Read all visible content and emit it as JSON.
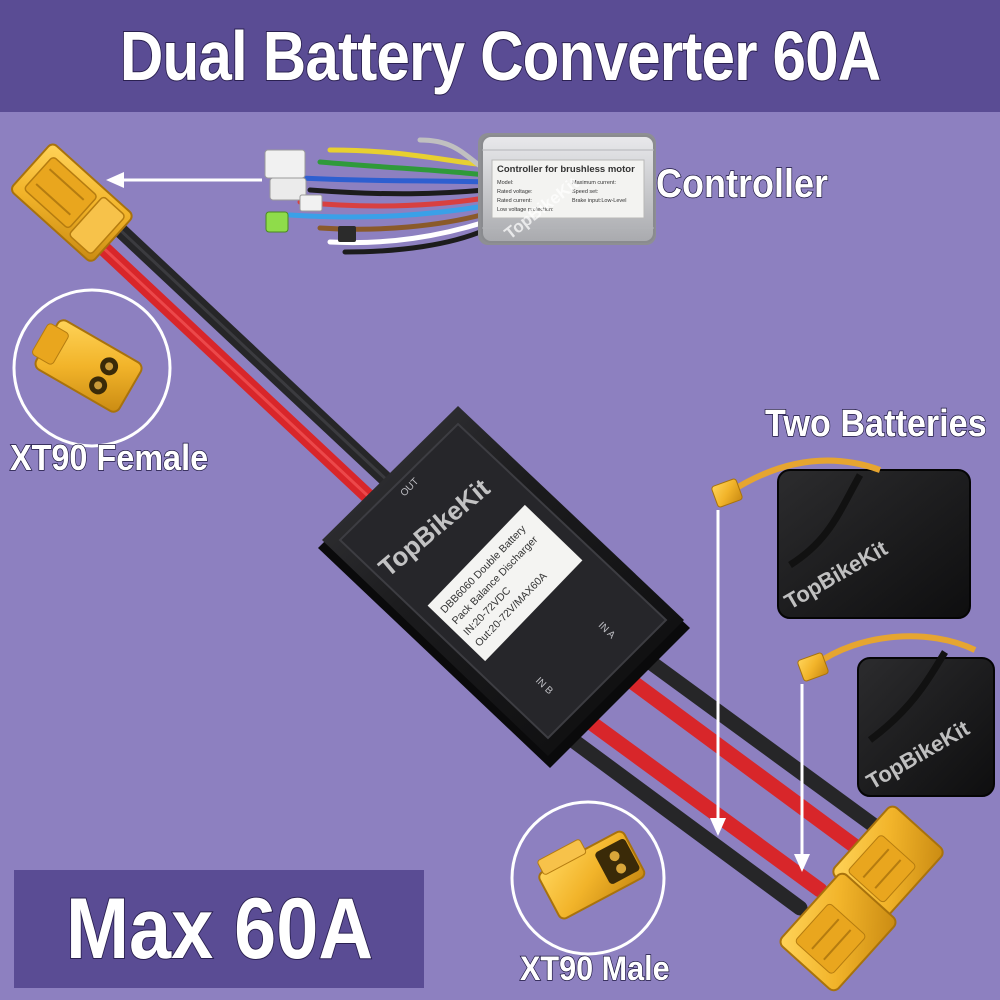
{
  "header": {
    "title": "Dual Battery Converter 60A"
  },
  "badge": {
    "max_label": "Max 60A"
  },
  "labels": {
    "controller": "Controller",
    "two_batteries": "Two Batteries",
    "xt90_female": "XT90 Female",
    "xt90_male": "XT90 Male"
  },
  "controller_unit": {
    "header": "Controller for brushless motor",
    "spec_rows": [
      "Model:",
      "Rated voltage:",
      "Rated current:",
      "Low voltage protection:",
      "Maximum current:",
      "Speed set:",
      "Brake input:Low-Level"
    ]
  },
  "converter_box": {
    "port_out": "OUT",
    "port_in_a": "IN A",
    "port_in_b": "IN B",
    "sticker_lines": [
      "DBB6060 Double Battery",
      "Pack Balance Discharger",
      "IN:20-72VDC",
      "Out:20-72V/MAX60A"
    ]
  },
  "watermark": {
    "brand": "TopBikeKit"
  },
  "colors": {
    "background": "#8d80c0",
    "banner": "#5a4c94",
    "connector_yellow": "#f2b42a",
    "wire_red": "#d8262a",
    "wire_black": "#2b2b2b",
    "box_black": "#1b1b1d"
  }
}
